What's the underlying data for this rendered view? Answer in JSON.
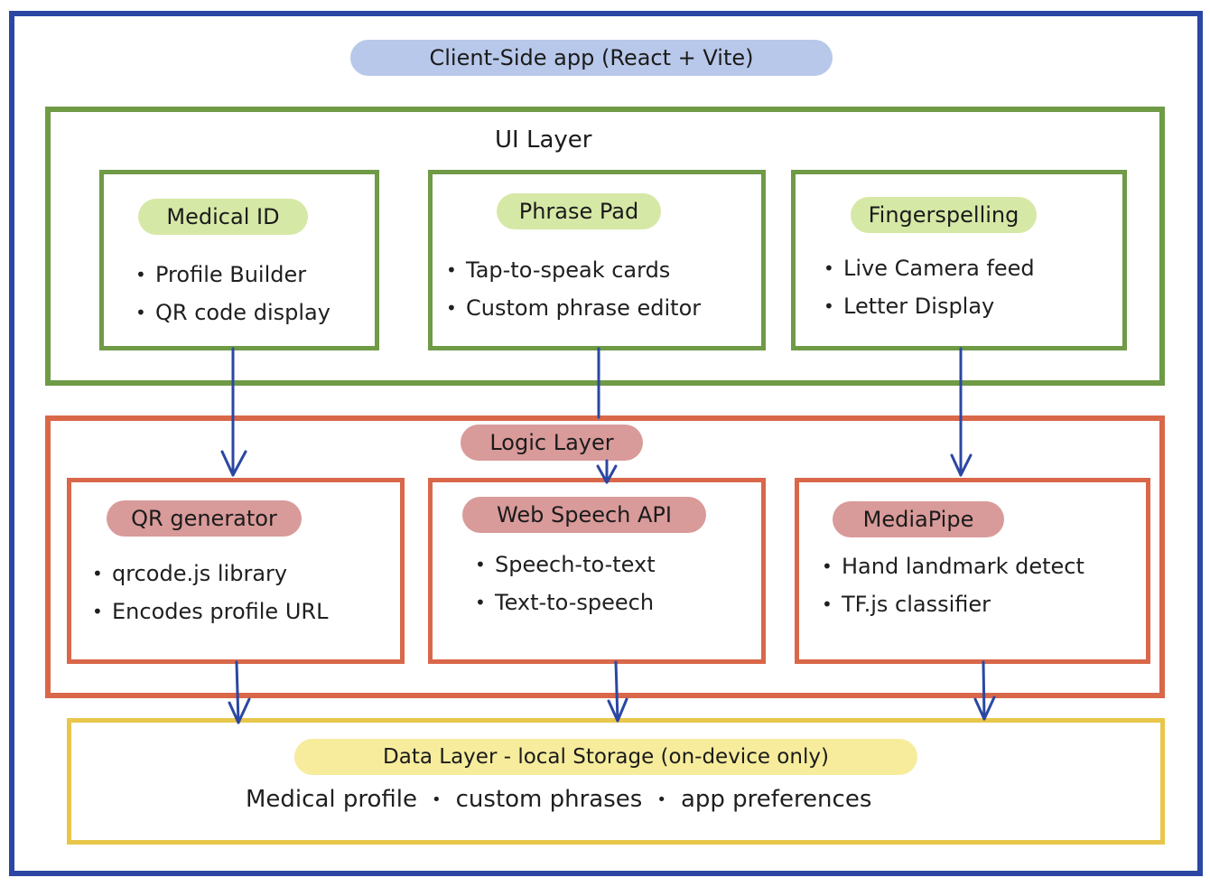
{
  "title": "Client-Side app (React + Vite)",
  "ui_layer": {
    "heading": "UI Layer",
    "modules": [
      {
        "name": "Medical ID",
        "items": [
          "Profile Builder",
          "QR code display"
        ]
      },
      {
        "name": "Phrase Pad",
        "items": [
          "Tap-to-speak cards",
          "Custom phrase editor"
        ]
      },
      {
        "name": "Fingerspelling",
        "items": [
          "Live Camera feed",
          "Letter Display"
        ]
      }
    ]
  },
  "logic_layer": {
    "heading": "Logic Layer",
    "modules": [
      {
        "name": "QR generator",
        "items": [
          "qrcode.js library",
          "Encodes profile URL"
        ]
      },
      {
        "name": "Web Speech API",
        "items": [
          "Speech-to-text",
          "Text-to-speech"
        ]
      },
      {
        "name": "MediaPipe",
        "items": [
          "Hand landmark detect",
          "TF.js classifier"
        ]
      }
    ]
  },
  "data_layer": {
    "heading": "Data Layer - local Storage (on-device only)",
    "items": [
      "Medical profile",
      "custom phrases",
      "app preferences"
    ]
  },
  "colors": {
    "outer_border": "#2b47a3",
    "ui_border": "#6f9a46",
    "logic_border": "#d9674a",
    "data_border": "#e8c64a",
    "arrow": "#2b47a3"
  }
}
